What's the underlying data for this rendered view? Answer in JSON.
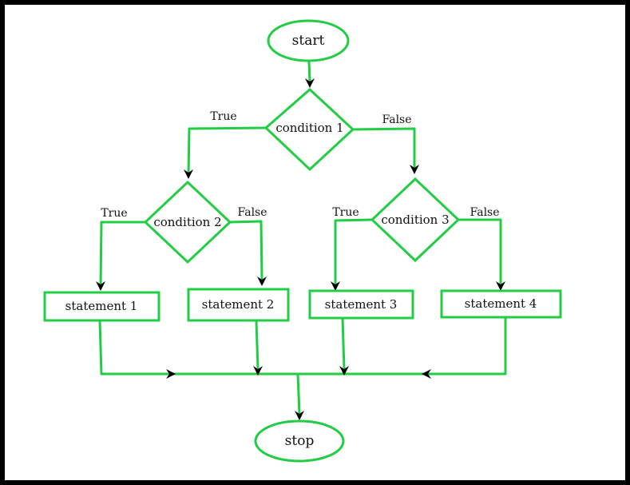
{
  "colors": {
    "stroke": "#22cc44",
    "frame": "#000000",
    "background": "#ffffff",
    "arrow": "#000000"
  },
  "nodes": {
    "start": "start",
    "condition1": "condition 1",
    "condition2": "condition 2",
    "condition3": "condition 3",
    "statement1": "statement 1",
    "statement2": "statement 2",
    "statement3": "statement 3",
    "statement4": "statement 4",
    "stop": "stop"
  },
  "edges": {
    "c1_true": "True",
    "c1_false": "False",
    "c2_true": "True",
    "c2_false": "False",
    "c3_true": "True",
    "c3_false": "False"
  }
}
